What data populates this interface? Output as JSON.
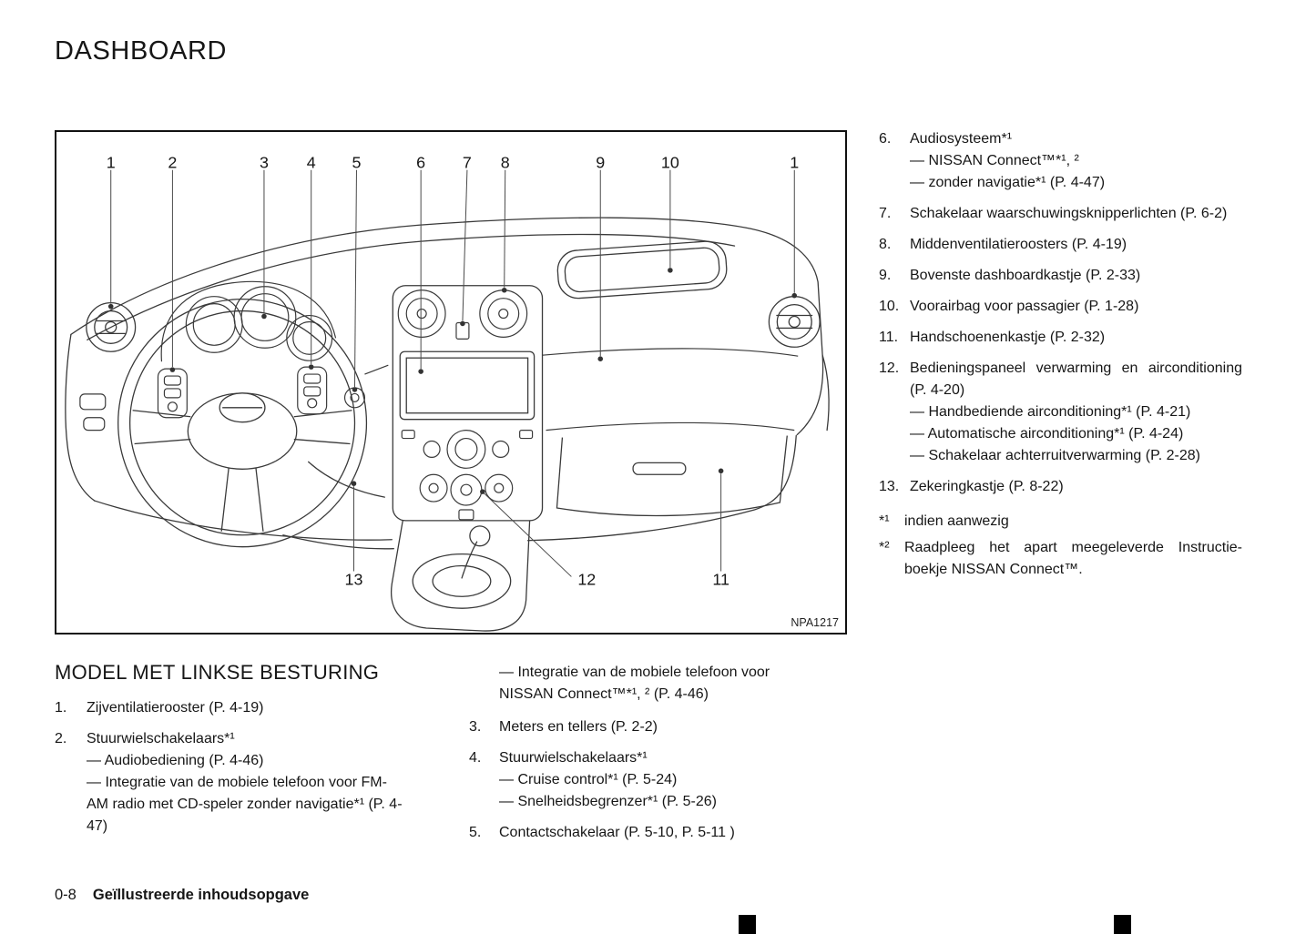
{
  "page": {
    "title": "DASHBOARD",
    "footer": {
      "page_number": "0-8",
      "chapter_title": "Geïllustreerde inhoudsopgave"
    }
  },
  "figure": {
    "code": "NPA1217",
    "callouts": [
      "1",
      "2",
      "3",
      "4",
      "5",
      "6",
      "7",
      "8",
      "9",
      "10",
      "1",
      "13",
      "12",
      "11"
    ]
  },
  "legend_left": {
    "title": "MODEL MET LINKSE BESTURING",
    "items": [
      {
        "num": "1.",
        "lines": [
          "Zijventilatierooster (P. 4-19)"
        ]
      },
      {
        "num": "2.",
        "lines": [
          "Stuurwielschakelaars*¹",
          "— Audiobediening (P. 4-46)",
          "— Integratie van de mobiele telefoon voor FM-AM radio met CD-speler zonder navigatie*¹ (P. 4-47)"
        ]
      }
    ]
  },
  "legend_middle": {
    "continuation": [
      "— Integratie van de mobiele telefoon voor NISSAN Connect™*¹, ² (P. 4-46)"
    ],
    "items": [
      {
        "num": "3.",
        "lines": [
          "Meters en tellers (P. 2-2)"
        ]
      },
      {
        "num": "4.",
        "lines": [
          "Stuurwielschakelaars*¹",
          "— Cruise control*¹ (P. 5-24)",
          "— Snelheidsbegrenzer*¹ (P. 5-26)"
        ]
      },
      {
        "num": "5.",
        "lines": [
          "Contactschakelaar (P. 5-10, P. 5-11 )"
        ]
      }
    ]
  },
  "legend_right": {
    "items": [
      {
        "num": "6.",
        "lines": [
          "Audiosysteem*¹",
          "— NISSAN Connect™*¹, ²",
          "— zonder navigatie*¹ (P. 4-47)"
        ]
      },
      {
        "num": "7.",
        "lines": [
          "Schakelaar waarschuwingsknipperlichten (P. 6-2)"
        ]
      },
      {
        "num": "8.",
        "lines": [
          "Middenventilatieroosters (P. 4-19)"
        ]
      },
      {
        "num": "9.",
        "lines": [
          "Bovenste dashboardkastje (P. 2-33)"
        ]
      },
      {
        "num": "10.",
        "lines": [
          "Voorairbag voor passagier (P. 1-28)"
        ]
      },
      {
        "num": "11.",
        "lines": [
          "Handschoenenkastje (P. 2-32)"
        ]
      },
      {
        "num": "12.",
        "lines": [
          "Bedieningspaneel verwarming en airconditioning (P. 4-20)",
          "— Handbediende airconditioning*¹ (P. 4-21)",
          "— Automatische airconditioning*¹ (P. 4-24)",
          "— Schakelaar achterruitverwarming (P. 2-28)"
        ]
      },
      {
        "num": "13.",
        "lines": [
          "Zekeringkastje (P. 8-22)"
        ]
      }
    ],
    "footnotes": [
      {
        "marker": "*¹",
        "text": "indien aanwezig"
      },
      {
        "marker": "*²",
        "text": "Raadpleeg het apart meegeleverde Instructie-boekje NISSAN Connect™."
      }
    ]
  }
}
